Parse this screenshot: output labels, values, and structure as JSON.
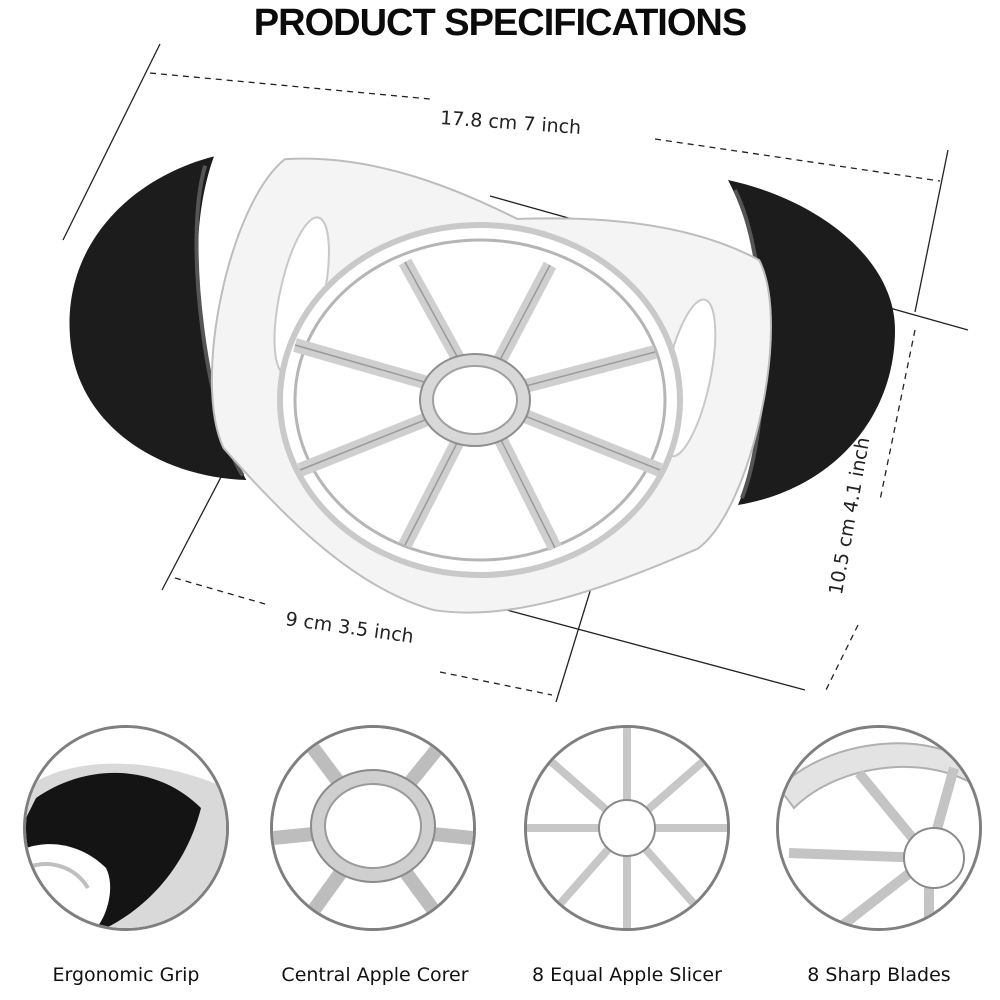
{
  "header": {
    "title": "PRODUCT SPECIFICATIONS"
  },
  "dimensions": {
    "width": "17.8 cm  7 inch",
    "height": "10.5 cm  4.1 inch",
    "inner": "9 cm  3.5 inch"
  },
  "features": [
    {
      "label": "Ergonomic Grip",
      "icon": "grip-closeup-icon"
    },
    {
      "label": "Central Apple Corer",
      "icon": "corer-closeup-icon"
    },
    {
      "label": "8 Equal Apple Slicer",
      "icon": "slicer-closeup-icon"
    },
    {
      "label": "8 Sharp Blades",
      "icon": "blades-closeup-icon"
    }
  ],
  "colors": {
    "handle": "#1c1c1c",
    "body": "#f4f4f4",
    "blade": "#d3d3d3",
    "outline": "#7f7f7f"
  }
}
